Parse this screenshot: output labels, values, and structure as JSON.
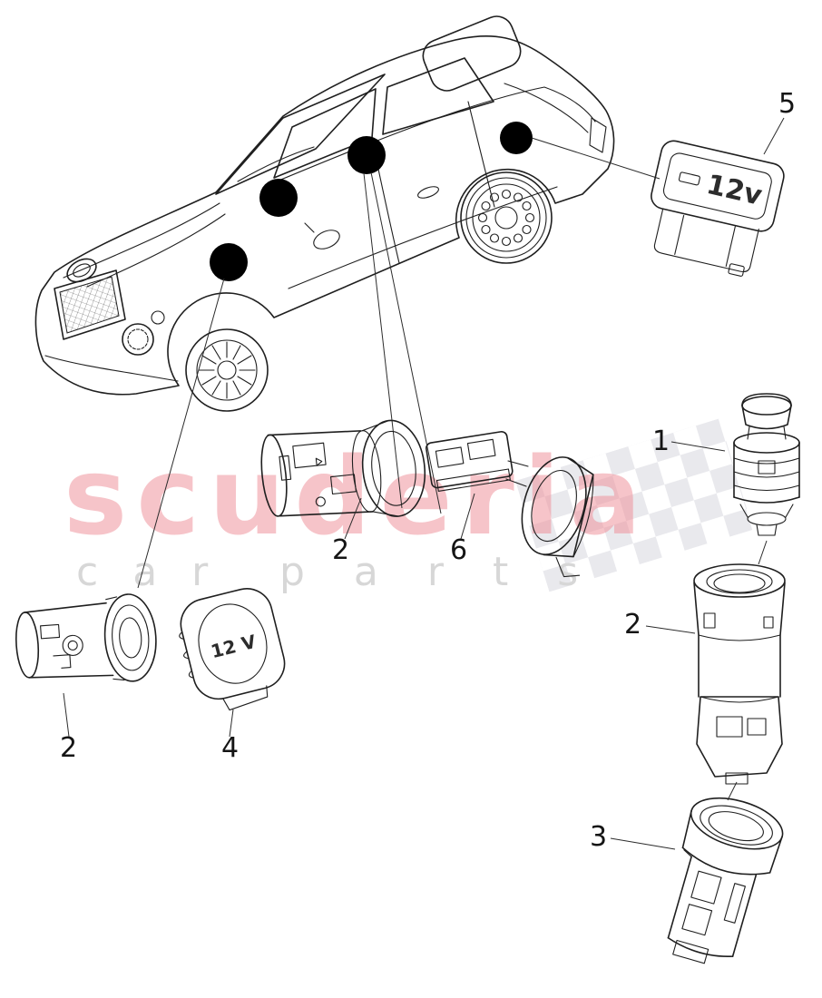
{
  "colors": {
    "line": "#1f1f1f",
    "accent-pink": "#ef8a94",
    "sub-gray": "#d7d7d7",
    "checker": "#e9e9ed",
    "bg": "#ffffff"
  },
  "watermark": {
    "brand": "scuderia",
    "word1": "car",
    "word2": "parts"
  },
  "callouts": {
    "n1": "1",
    "n2": "2",
    "n3": "3",
    "n4": "4",
    "n5": "5",
    "n6": "6"
  },
  "labels": {
    "outlet_cover": "12v",
    "cap": "12 V"
  }
}
